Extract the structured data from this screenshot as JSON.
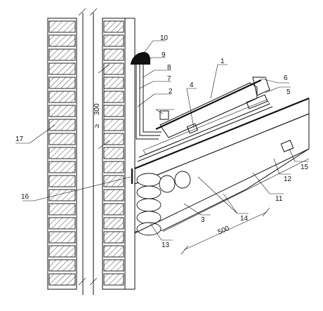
{
  "callouts": [
    {
      "id": "1",
      "text": "1"
    },
    {
      "id": "2",
      "text": "2"
    },
    {
      "id": "3",
      "text": "3"
    },
    {
      "id": "4",
      "text": "4"
    },
    {
      "id": "5",
      "text": "5"
    },
    {
      "id": "6",
      "text": "6"
    },
    {
      "id": "7",
      "text": "7"
    },
    {
      "id": "8",
      "text": "8"
    },
    {
      "id": "9",
      "text": "9"
    },
    {
      "id": "10",
      "text": "10"
    },
    {
      "id": "11",
      "text": "11"
    },
    {
      "id": "12",
      "text": "12"
    },
    {
      "id": "13",
      "text": "13"
    },
    {
      "id": "14",
      "text": "14"
    },
    {
      "id": "15",
      "text": "15"
    },
    {
      "id": "16",
      "text": "16"
    },
    {
      "id": "17",
      "text": "17"
    }
  ],
  "dimensions": {
    "upstand_height": "300",
    "upstand_qualifier": "≥",
    "slope_length": "500"
  }
}
